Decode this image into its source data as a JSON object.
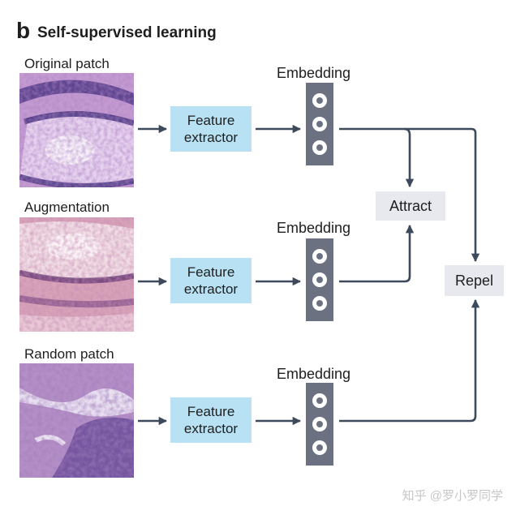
{
  "panel": {
    "letter": "b",
    "title": "Self-supervised learning"
  },
  "rows": [
    {
      "patch_label": "Original patch",
      "extractor_line1": "Feature",
      "extractor_line2": "extractor",
      "embedding_label": "Embedding"
    },
    {
      "patch_label": "Augmentation",
      "extractor_line1": "Feature",
      "extractor_line2": "extractor",
      "embedding_label": "Embedding"
    },
    {
      "patch_label": "Random patch",
      "extractor_line1": "Feature",
      "extractor_line2": "extractor",
      "embedding_label": "Embedding"
    }
  ],
  "targets": {
    "attract": "Attract",
    "repel": "Repel"
  },
  "colors": {
    "feature_extractor_fill": "#b8e2f4",
    "embedding_fill": "#6c7182",
    "arrow": "#3d4a5c",
    "target_fill": "#e7e9ee"
  },
  "watermark": "知乎 @罗小罗同学"
}
